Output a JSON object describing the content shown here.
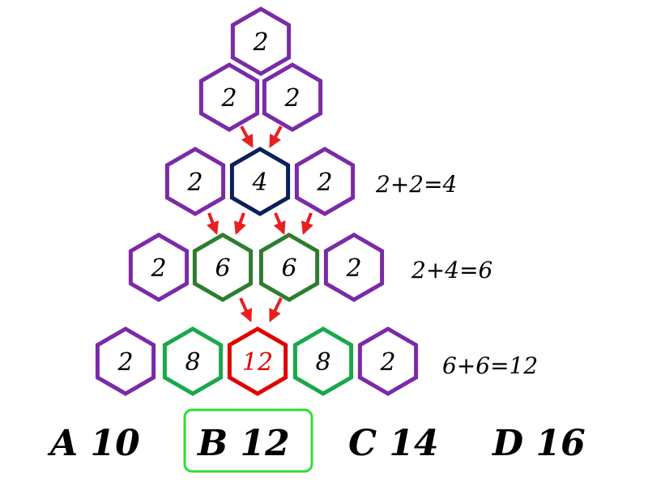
{
  "colors": {
    "purple": "#7b2aa8",
    "navy": "#0a1f5c",
    "dark_green": "#2e7d2e",
    "bright_green": "#1aa84a",
    "red": "#e00000",
    "arrow": "#e82020",
    "answer_box": "#33dd33",
    "text": "#000000"
  },
  "hexagons": [
    {
      "id": "r0-c0",
      "value": "2",
      "color": "purple",
      "text_color": "text"
    },
    {
      "id": "r1-c0",
      "value": "2",
      "color": "purple",
      "text_color": "text"
    },
    {
      "id": "r1-c1",
      "value": "2",
      "color": "purple",
      "text_color": "text"
    },
    {
      "id": "r2-c0",
      "value": "2",
      "color": "purple",
      "text_color": "text"
    },
    {
      "id": "r2-c1",
      "value": "4",
      "color": "navy",
      "text_color": "text"
    },
    {
      "id": "r2-c2",
      "value": "2",
      "color": "purple",
      "text_color": "text"
    },
    {
      "id": "r3-c0",
      "value": "2",
      "color": "purple",
      "text_color": "text"
    },
    {
      "id": "r3-c1",
      "value": "6",
      "color": "dark_green",
      "text_color": "text"
    },
    {
      "id": "r3-c2",
      "value": "6",
      "color": "dark_green",
      "text_color": "text"
    },
    {
      "id": "r3-c3",
      "value": "2",
      "color": "purple",
      "text_color": "text"
    },
    {
      "id": "r4-c0",
      "value": "2",
      "color": "purple",
      "text_color": "text"
    },
    {
      "id": "r4-c1",
      "value": "8",
      "color": "bright_green",
      "text_color": "text"
    },
    {
      "id": "r4-c2",
      "value": "12",
      "color": "red",
      "text_color": "red"
    },
    {
      "id": "r4-c3",
      "value": "8",
      "color": "bright_green",
      "text_color": "text"
    },
    {
      "id": "r4-c4",
      "value": "2",
      "color": "purple",
      "text_color": "text"
    }
  ],
  "equations": [
    "2+2=4",
    "2+4=6",
    "6+6=12"
  ],
  "options": [
    {
      "label": "A 10",
      "selected": false
    },
    {
      "label": "B 12",
      "selected": true
    },
    {
      "label": "C 14",
      "selected": false
    },
    {
      "label": "D 16",
      "selected": false
    }
  ]
}
